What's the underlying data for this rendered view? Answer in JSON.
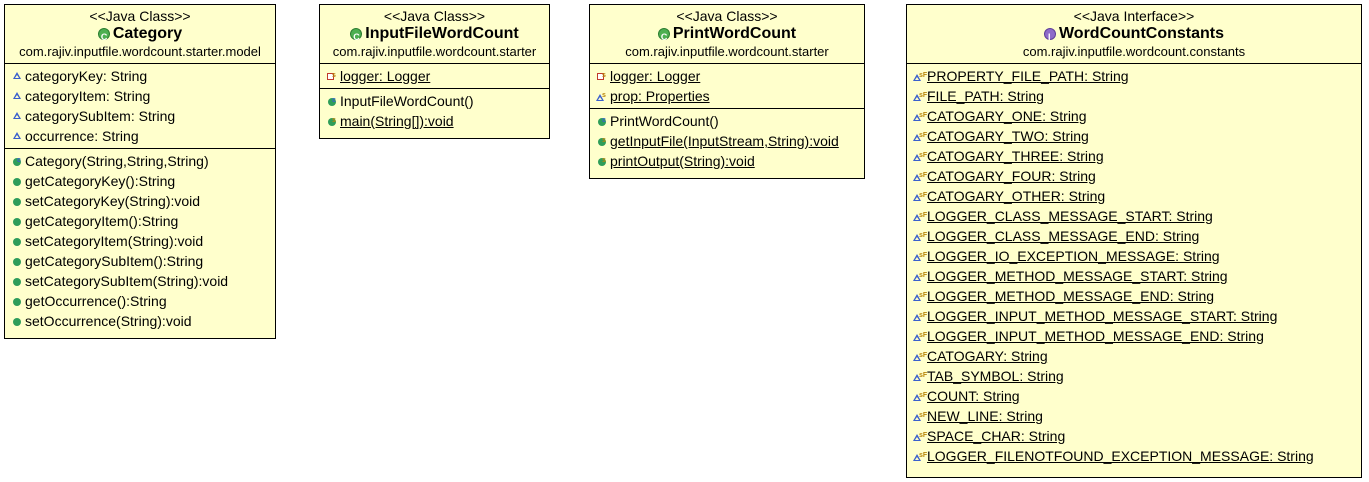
{
  "classes": [
    {
      "stereotype": "<<Java Class>>",
      "name": "Category",
      "kind": "class",
      "package": "com.rajiv.inputfile.wordcount.starter.model",
      "fields": [
        {
          "text": "categoryKey: String",
          "icon": "package-field-icon"
        },
        {
          "text": "categoryItem: String",
          "icon": "package-field-icon"
        },
        {
          "text": "categorySubItem: String",
          "icon": "package-field-icon"
        },
        {
          "text": "occurrence: String",
          "icon": "package-field-icon"
        }
      ],
      "methods": [
        {
          "text": "Category(String,String,String)",
          "icon": "constructor-icon"
        },
        {
          "text": "getCategoryKey():String",
          "icon": "public-method-icon"
        },
        {
          "text": "setCategoryKey(String):void",
          "icon": "public-method-icon"
        },
        {
          "text": "getCategoryItem():String",
          "icon": "public-method-icon"
        },
        {
          "text": "setCategoryItem(String):void",
          "icon": "public-method-icon"
        },
        {
          "text": "getCategorySubItem():String",
          "icon": "public-method-icon"
        },
        {
          "text": "setCategorySubItem(String):void",
          "icon": "public-method-icon"
        },
        {
          "text": "getOccurrence():String",
          "icon": "public-method-icon"
        },
        {
          "text": "setOccurrence(String):void",
          "icon": "public-method-icon"
        }
      ]
    },
    {
      "stereotype": "<<Java Class>>",
      "name": "InputFileWordCount",
      "kind": "class",
      "package": "com.rajiv.inputfile.wordcount.starter",
      "fields": [
        {
          "text": "logger: Logger",
          "icon": "private-static-field-icon",
          "static": true
        }
      ],
      "methods": [
        {
          "text": "InputFileWordCount()",
          "icon": "constructor-icon"
        },
        {
          "text": "main(String[]):void",
          "icon": "public-static-method-icon",
          "static": true
        }
      ]
    },
    {
      "stereotype": "<<Java Class>>",
      "name": "PrintWordCount",
      "kind": "class",
      "package": "com.rajiv.inputfile.wordcount.starter",
      "fields": [
        {
          "text": "logger: Logger",
          "icon": "private-static-field-icon",
          "static": true
        },
        {
          "text": "prop: Properties",
          "icon": "package-static-field-icon",
          "static": true
        }
      ],
      "methods": [
        {
          "text": "PrintWordCount()",
          "icon": "constructor-icon"
        },
        {
          "text": "getInputFile(InputStream,String):void",
          "icon": "public-static-method-icon",
          "static": true
        },
        {
          "text": "printOutput(String):void",
          "icon": "public-static-method-icon",
          "static": true
        }
      ]
    },
    {
      "stereotype": "<<Java Interface>>",
      "name": "WordCountConstants",
      "kind": "interface",
      "package": "com.rajiv.inputfile.wordcount.constants",
      "fields": [
        {
          "text": "PROPERTY_FILE_PATH: String",
          "icon": "static-final-field-icon",
          "static": true
        },
        {
          "text": "FILE_PATH: String",
          "icon": "static-final-field-icon",
          "static": true
        },
        {
          "text": "CATOGARY_ONE: String",
          "icon": "static-final-field-icon",
          "static": true
        },
        {
          "text": "CATOGARY_TWO: String",
          "icon": "static-final-field-icon",
          "static": true
        },
        {
          "text": "CATOGARY_THREE: String",
          "icon": "static-final-field-icon",
          "static": true
        },
        {
          "text": "CATOGARY_FOUR: String",
          "icon": "static-final-field-icon",
          "static": true
        },
        {
          "text": "CATOGARY_OTHER: String",
          "icon": "static-final-field-icon",
          "static": true
        },
        {
          "text": "LOGGER_CLASS_MESSAGE_START: String",
          "icon": "static-final-field-icon",
          "static": true
        },
        {
          "text": "LOGGER_CLASS_MESSAGE_END: String",
          "icon": "static-final-field-icon",
          "static": true
        },
        {
          "text": "LOGGER_IO_EXCEPTION_MESSAGE: String",
          "icon": "static-final-field-icon",
          "static": true
        },
        {
          "text": "LOGGER_METHOD_MESSAGE_START: String",
          "icon": "static-final-field-icon",
          "static": true
        },
        {
          "text": "LOGGER_METHOD_MESSAGE_END: String",
          "icon": "static-final-field-icon",
          "static": true
        },
        {
          "text": "LOGGER_INPUT_METHOD_MESSAGE_START: String",
          "icon": "static-final-field-icon",
          "static": true
        },
        {
          "text": "LOGGER_INPUT_METHOD_MESSAGE_END: String",
          "icon": "static-final-field-icon",
          "static": true
        },
        {
          "text": "CATOGARY: String",
          "icon": "static-final-field-icon",
          "static": true
        },
        {
          "text": "TAB_SYMBOL: String",
          "icon": "static-final-field-icon",
          "static": true
        },
        {
          "text": "COUNT: String",
          "icon": "static-final-field-icon",
          "static": true
        },
        {
          "text": "NEW_LINE: String",
          "icon": "static-final-field-icon",
          "static": true
        },
        {
          "text": "SPACE_CHAR: String",
          "icon": "static-final-field-icon",
          "static": true
        },
        {
          "text": "LOGGER_FILENOTFOUND_EXCEPTION_MESSAGE: String",
          "icon": "static-final-field-icon",
          "static": true
        }
      ],
      "methods": []
    }
  ]
}
